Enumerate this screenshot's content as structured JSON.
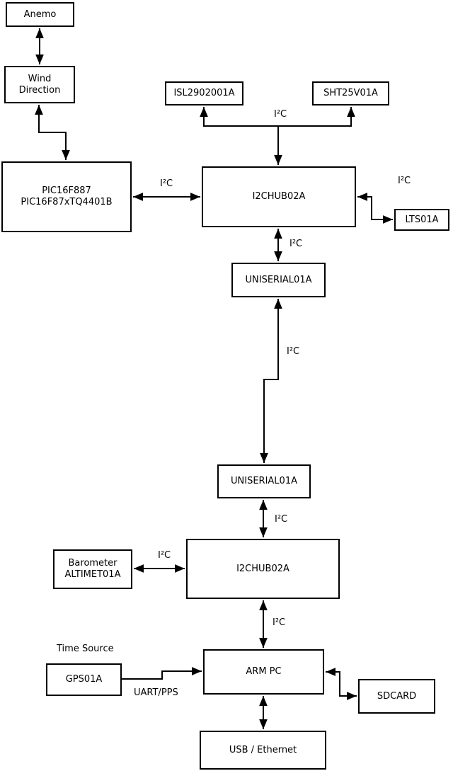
{
  "colors": {
    "background": "#ffffff",
    "line": "#000000",
    "text": "#000000"
  },
  "nodes": [
    {
      "id": "anemo",
      "label": "Anemo"
    },
    {
      "id": "wind-direction",
      "label": "Wind\nDirection"
    },
    {
      "id": "pic",
      "label": "PIC16F887\nPIC16F87xTQ4401B"
    },
    {
      "id": "isl",
      "label": "ISL2902001A"
    },
    {
      "id": "sht",
      "label": "SHT25V01A"
    },
    {
      "id": "hub1",
      "label": "I2CHUB02A"
    },
    {
      "id": "lts",
      "label": "LTS01A"
    },
    {
      "id": "uniserial-upper",
      "label": "UNISERIAL01A"
    },
    {
      "id": "uniserial-lower",
      "label": "UNISERIAL01A"
    },
    {
      "id": "barometer",
      "label": "Barometer\nALTIMET01A"
    },
    {
      "id": "hub2",
      "label": "I2CHUB02A"
    },
    {
      "id": "gps",
      "label": "GPS01A"
    },
    {
      "id": "armpc",
      "label": "ARM PC"
    },
    {
      "id": "sdcard",
      "label": "SDCARD"
    },
    {
      "id": "usb-ethernet",
      "label": "USB / Ethernet"
    }
  ],
  "labels": [
    {
      "id": "i2c-sensors",
      "text": "I²C"
    },
    {
      "id": "i2c-pic-hub",
      "text": "I²C"
    },
    {
      "id": "i2c-hub-lts",
      "text": "I²C"
    },
    {
      "id": "i2c-hub-uniserial",
      "text": "I²C"
    },
    {
      "id": "i2c-uniserial-link",
      "text": "I²C"
    },
    {
      "id": "i2c-uniserial-hub2",
      "text": "I²C"
    },
    {
      "id": "i2c-barometer-hub2",
      "text": "I²C"
    },
    {
      "id": "i2c-hub2-armpc",
      "text": "I²C"
    },
    {
      "id": "time-source",
      "text": "Time Source"
    },
    {
      "id": "uart-pps",
      "text": "UART/PPS"
    }
  ]
}
